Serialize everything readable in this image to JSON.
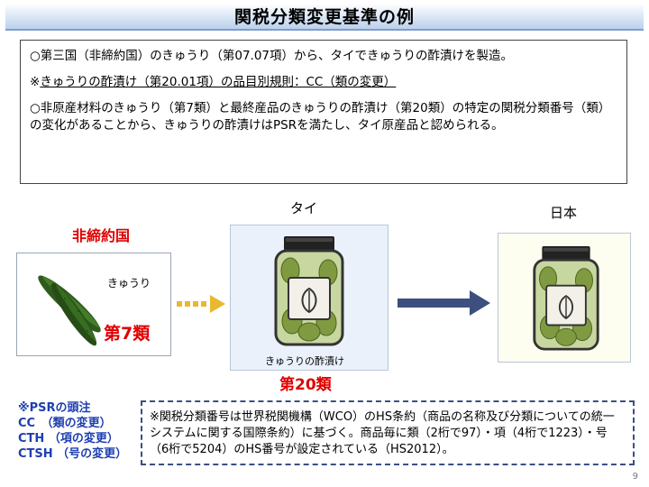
{
  "title": "関税分類変更基準の例",
  "intro": {
    "line1": "○第三国（非締約国）のきゅうり（第07.07項）から、タイできゅうりの酢漬けを製造。",
    "rule_mark": "※",
    "rule_text": "きゅうりの酢漬け（第20.01項）の品目別規則：CC（類の変更）",
    "line3": "○非原産材料のきゅうり（第7類）と最終産品のきゅうりの酢漬け（第20類）の特定の関税分類番号（類）の変化があることから、きゅうりの酢漬けはPSRを満たし、タイ原産品と認められる。"
  },
  "diagram": {
    "origin_label": "非締約国",
    "thai_label": "タイ",
    "japan_label": "日本",
    "cucumber_label": "きゅうり",
    "cucumber_class": "第7類",
    "pickle_label": "きゅうりの酢漬け",
    "pickle_class": "第20類"
  },
  "psr_notes": {
    "heading": "※PSRの頭注",
    "items": [
      "CC　（類の変更）",
      "CTH （項の変更）",
      "CTSH （号の変更）"
    ]
  },
  "note_box": "※関税分類番号は世界税関機構（WCO）のHS条約（商品の名称及び分類についての統一システムに関する国際条約）に基づく。商品毎に類（2桁で97）・項（4桁で1223）・号（6桁で5204）のHS番号が設定されている（HS2012）。",
  "page_number": "9",
  "colors": {
    "accent_red": "#e00000",
    "note_blue": "#1f3fb0",
    "arrow_navy": "#3d4f7e",
    "arrow_gold": "#e8b830"
  }
}
